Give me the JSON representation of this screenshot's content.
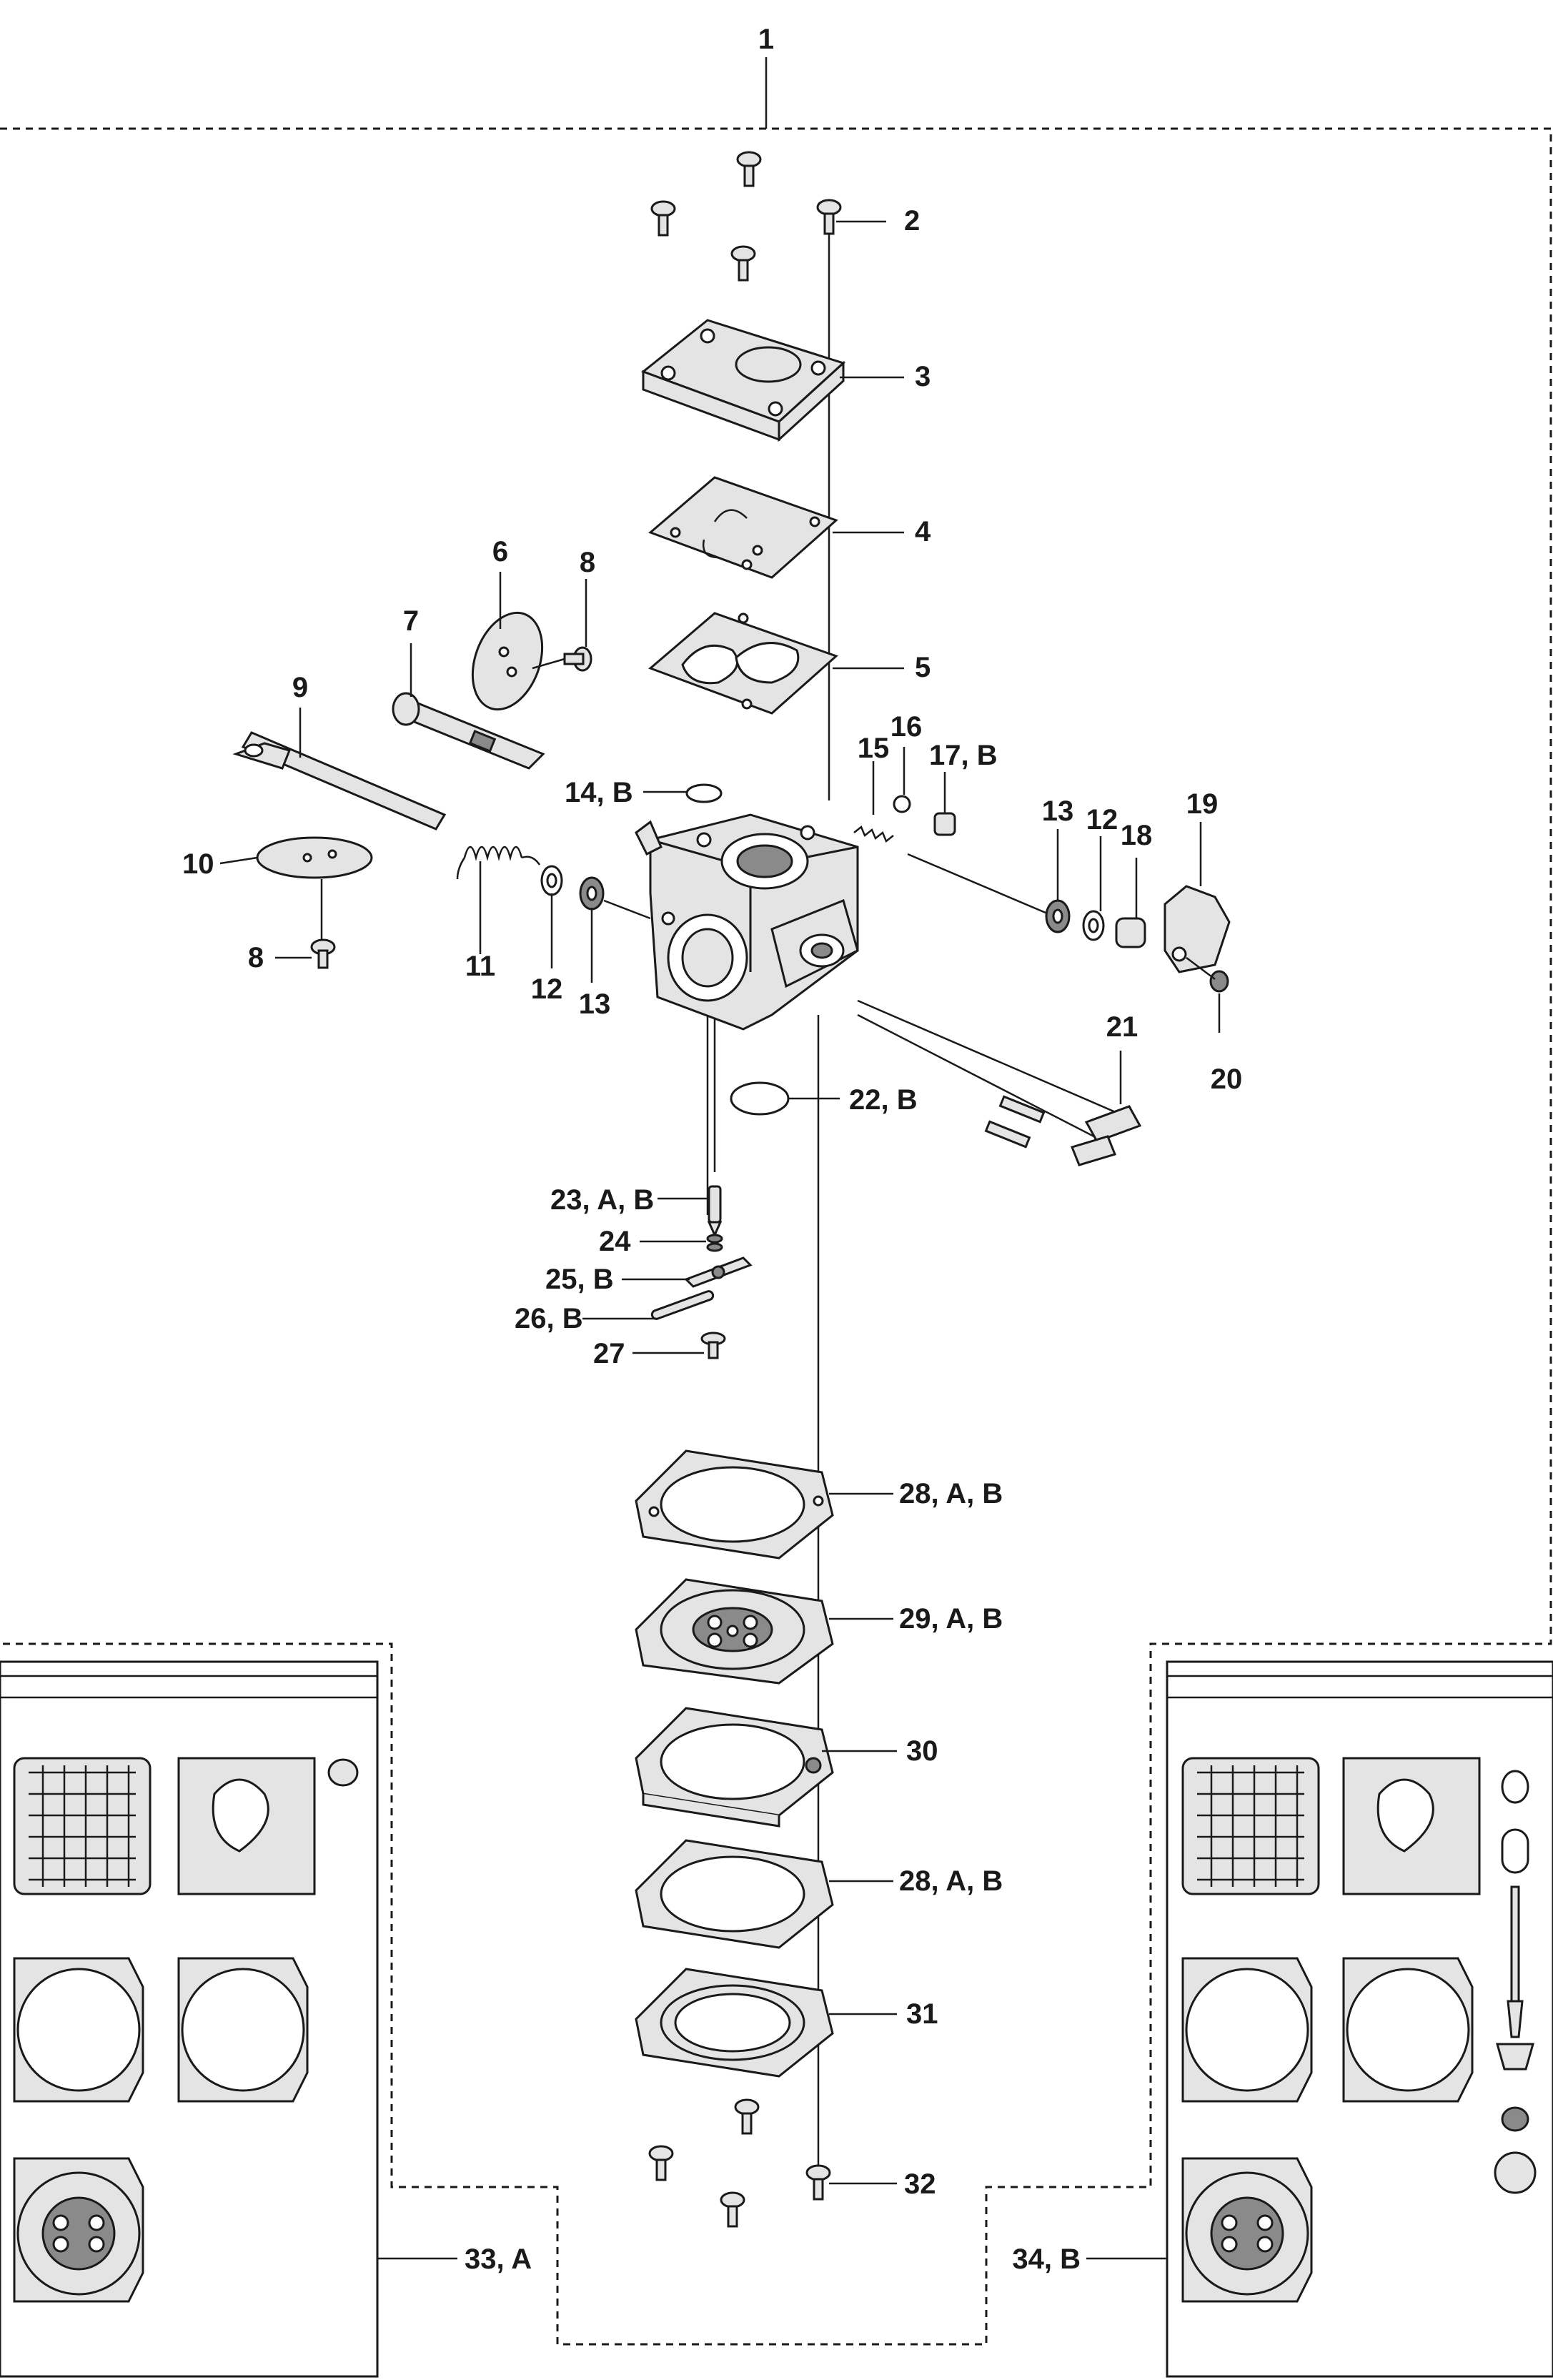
{
  "diagram": {
    "callouts": {
      "c1": "1",
      "c2": "2",
      "c3": "3",
      "c4": "4",
      "c5": "5",
      "c6": "6",
      "c7": "7",
      "c8a": "8",
      "c8b": "8",
      "c9": "9",
      "c10": "10",
      "c11": "11",
      "c12a": "12",
      "c12b": "12",
      "c13a": "13",
      "c13b": "13",
      "c14": "14, B",
      "c15": "15",
      "c16": "16",
      "c17": "17, B",
      "c18": "18",
      "c19": "19",
      "c20": "20",
      "c21": "21",
      "c22": "22, B",
      "c23": "23, A, B",
      "c24": "24",
      "c25": "25, B",
      "c26": "26, B",
      "c27": "27",
      "c28a": "28, A, B",
      "c29": "29, A, B",
      "c30": "30",
      "c28b": "28, A, B",
      "c31": "31",
      "c32": "32",
      "c33": "33, A",
      "c34": "34, B"
    }
  }
}
